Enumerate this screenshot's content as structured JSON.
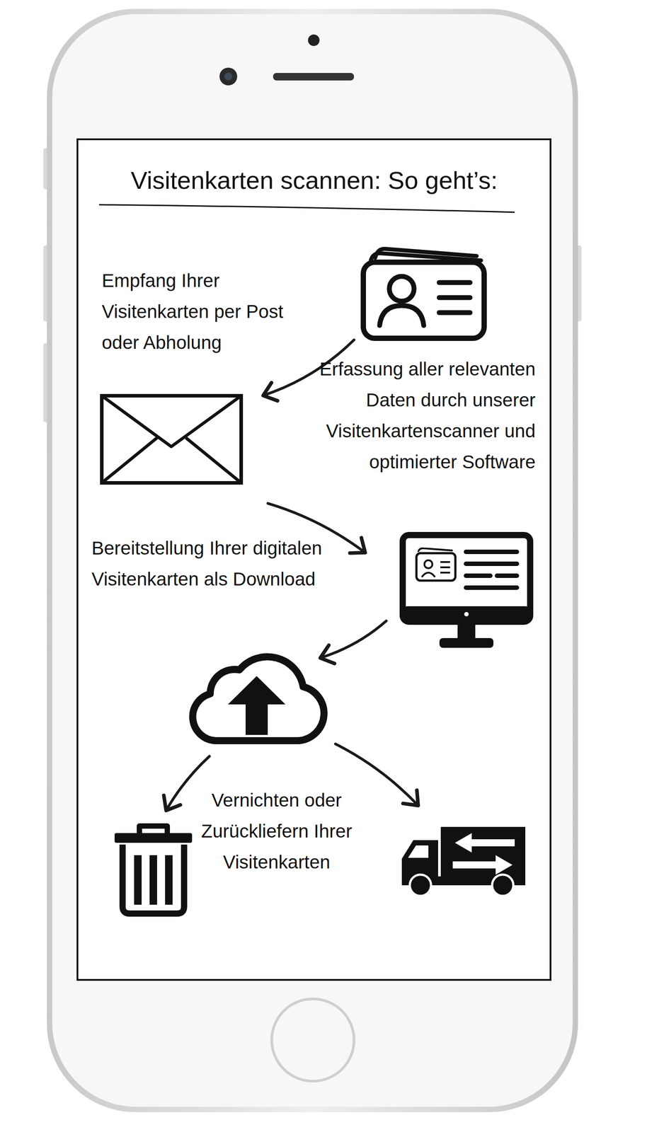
{
  "diagram": {
    "title": "Visitenkarten scannen: So geht’s:",
    "nodes": [
      {
        "text": []
      },
      {
        "text": []
      },
      {
        "text": []
      },
      {
        "text": []
      },
      {
        "text": []
      },
      {
        "text": []
      }
    ],
    "edges": [
      {
        "from": 0,
        "to": 1,
        "arrow": "to",
        "label": "Empfang Ihrer Visitenkarten per Post oder Abholung"
      },
      {
        "from": 1,
        "to": 2,
        "arrow": "to",
        "label": "Erfassung aller relevanten Daten durch unserer Visitenkartenscanner und optimierter Software"
      },
      {
        "from": 2,
        "to": 3,
        "arrow": "to",
        "label": "Bereitstellung Ihrer digitalen Visitenkarten als Download"
      },
      {
        "from": 3,
        "to": 4,
        "arrow": "to"
      },
      {
        "from": 3,
        "to": 5,
        "arrow": "to"
      }
    ],
    "labels": [
      "Vernichten oder Zurückliefern Ihrer Visitenkarten"
    ]
  }
}
